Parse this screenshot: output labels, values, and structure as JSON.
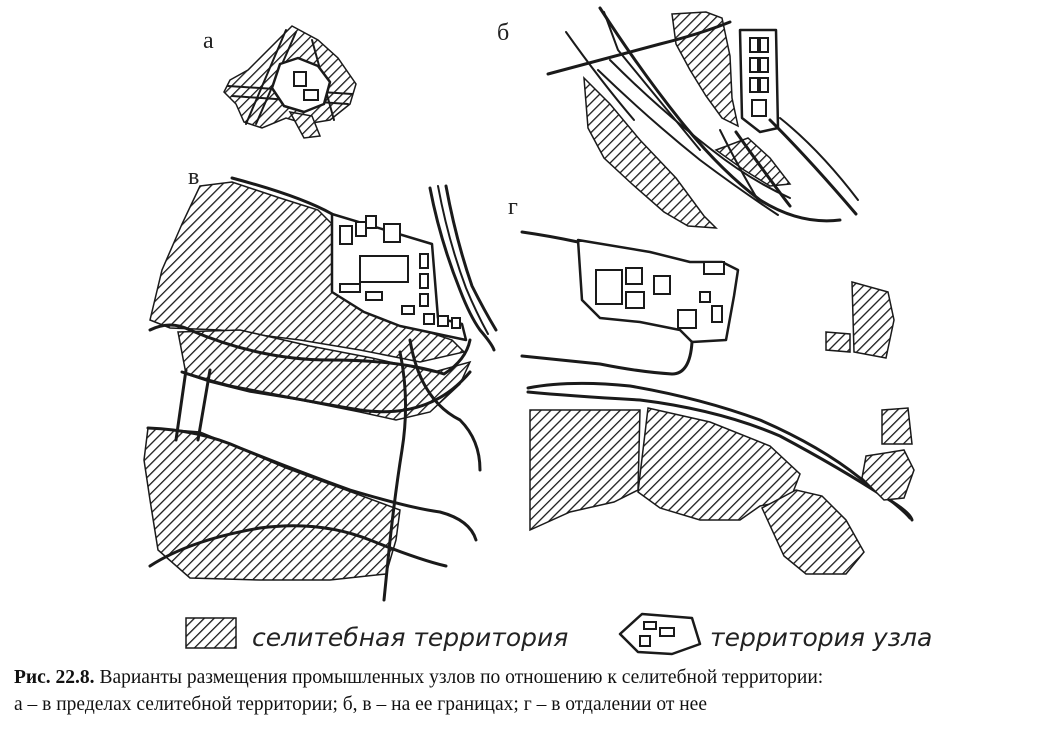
{
  "panels": {
    "a": {
      "label": "а"
    },
    "b": {
      "label": "б"
    },
    "v": {
      "label": "в"
    },
    "g": {
      "label": "г"
    }
  },
  "legend": {
    "residential": "селитебная территория",
    "node": "территория узла"
  },
  "caption": {
    "title": "Рис. 22.8.",
    "line1": "Варианты размещения промышленных узлов по отношению к селитебной территории:",
    "line2": "а – в пределах селитебной территории; б, в – на ее границах; г – в отдалении от нее"
  },
  "colors": {
    "ink": "#1a1a1a",
    "paper": "#ffffff"
  }
}
